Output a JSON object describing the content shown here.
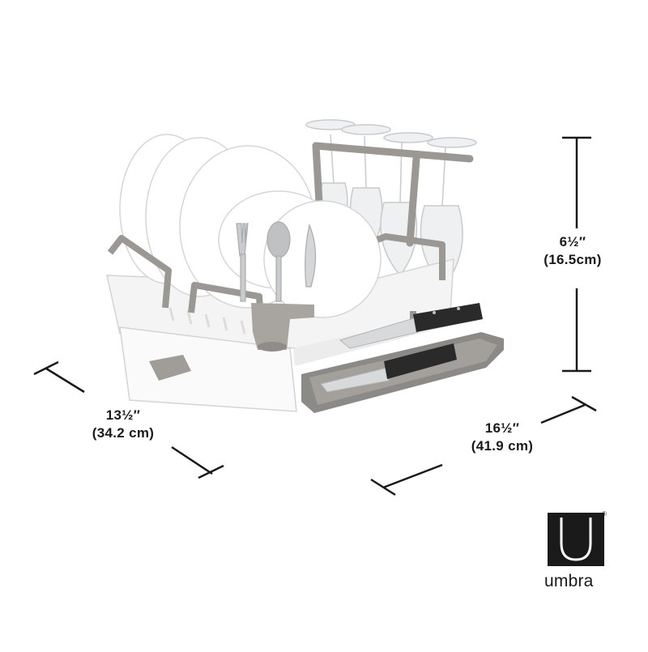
{
  "dimensions": {
    "height": {
      "imperial": "6½″",
      "metric": "(16.5cm)"
    },
    "depth": {
      "imperial": "13½″",
      "metric": "(34.2 cm)"
    },
    "width": {
      "imperial": "16½″",
      "metric": "(41.9 cm)"
    }
  },
  "brand": {
    "name": "umbra",
    "mark": "®"
  },
  "colors": {
    "rack_white": "#f4f4f4",
    "frame_gray": "#9b9894",
    "tray_gray": "#8c8a87",
    "text": "#1a1a1a"
  }
}
